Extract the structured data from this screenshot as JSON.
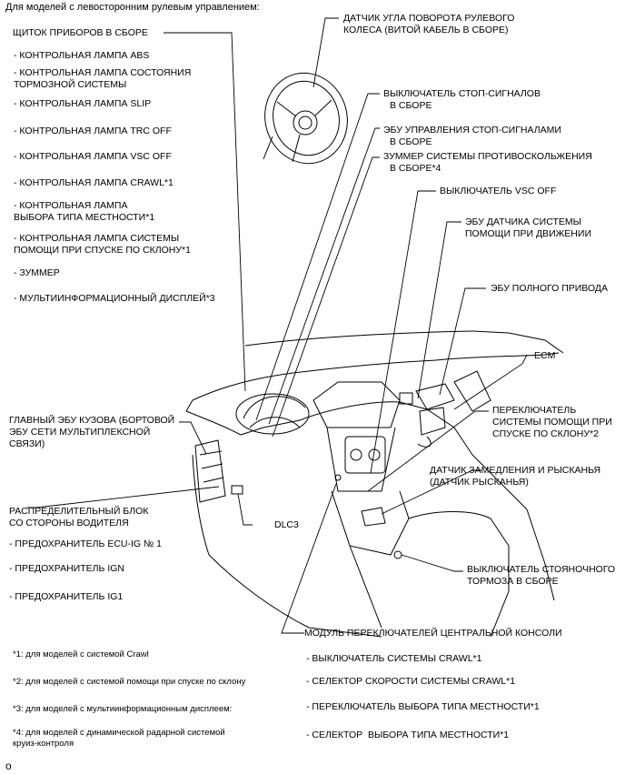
{
  "heading": "Для моделей с левосторонним рулевым управлением:",
  "left_labels": {
    "cluster": "ЩИТОК ПРИБОРОВ В СБОРЕ",
    "abs": "- КОНТРОЛЬНАЯ ЛАМПА ABS",
    "brake1": "- КОНТРОЛЬНАЯ ЛАМПА СОСТОЯНИЯ",
    "brake2": "ТОРМОЗНОЙ СИСТЕМЫ",
    "slip": "- КОНТРОЛЬНАЯ ЛАМПА SLIP",
    "trc": "- КОНТРОЛЬНАЯ ЛАМПА TRC OFF",
    "vsc": "- КОНТРОЛЬНАЯ ЛАМПА VSC OFF",
    "crawl": "- КОНТРОЛЬНАЯ ЛАМПА CRAWL*1",
    "terrain1": "- КОНТРОЛЬНАЯ ЛАМПА",
    "terrain2": "ВЫБОРА ТИПА МЕСТНОСТИ*1",
    "hill1": "- КОНТРОЛЬНАЯ ЛАМПА СИСТЕМЫ",
    "hill2": "ПОМОЩИ ПРИ СПУСКЕ ПО СКЛОНУ*1",
    "buzzer": "- ЗУММЕР",
    "mid": "- МУЛЬТИИНФОРМАЦИОННЫЙ ДИСПЛЕЙ*3",
    "body1": "ГЛАВНЫЙ ЭБУ КУЗОВА (БОРТОВОЙ",
    "body2": "ЭБУ СЕТИ МУЛЬТИПЛЕКСНОЙ",
    "body3": "СВЯЗИ)",
    "junction1": "РАСПРЕДЕЛИТЕЛЬНЫЙ БЛОК",
    "junction2": "СО СТОРОНЫ ВОДИТЕЛЯ",
    "fuse1": "- ПРЕДОХРАНИТЕЛЬ ECU-IG № 1",
    "fuse2": "- ПРЕДОХРАНИТЕЛЬ IGN",
    "fuse3": "- ПРЕДОХРАНИТЕЛЬ IG1",
    "dlc3": "DLC3"
  },
  "right_labels": {
    "steer1": "ДАТЧИК УГЛА ПОВОРОТА РУЛЕВОГО",
    "steer2": "КОЛЕСА (ВИТОЙ КАБЕЛЬ В СБОРЕ)",
    "stop1": "ВЫКЛЮЧАТЕЛЬ СТОП-СИГНАЛОВ",
    "stop2": "В СБОРЕ",
    "stopecu1": "ЭБУ УПРАВЛЕНИЯ СТОП-СИГНАЛАМИ",
    "stopecu2": "В СБОРЕ",
    "skid1": "ЗУММЕР СИСТЕМЫ ПРОТИВОСКОЛЬЖЕНИЯ",
    "skid2": "В СБОРЕ*4",
    "vscoff": "ВЫКЛЮЧАТЕЛЬ VSC OFF",
    "drive1": "ЭБУ ДАТЧИКА СИСТЕМЫ",
    "drive2": "ПОМОЩИ ПРИ ДВИЖЕНИИ",
    "awd": "ЭБУ ПОЛНОГО ПРИВОДА",
    "ecm": "ECM",
    "hillsw1": "ПЕРЕКЛЮЧАТЕЛЬ",
    "hillsw2": "СИСТЕМЫ ПОМОЩИ ПРИ",
    "hillsw3": "СПУСКЕ ПО СКЛОНУ*2",
    "yaw1": "ДАТЧИК ЗАМЕДЛЕНИЯ И РЫСКАНЬЯ",
    "yaw2": "(ДАТЧИК РЫСКАНЬЯ)",
    "park1": "ВЫКЛЮЧАТЕЛЬ СТОЯНОЧНОГО",
    "park2": "ТОРМОЗА В СБОРЕ",
    "console": "МОДУЛЬ ПЕРЕКЛЮЧАТЕЛЕЙ ЦЕНТРАЛЬНОЙ КОНСОЛИ",
    "c1": "- ВЫКЛЮЧАТЕЛЬ СИСТЕМЫ CRAWL*1",
    "c2": "- СЕЛЕКТОР СКОРОСТИ СИСТЕМЫ CRAWL*1",
    "c3": "- ПЕРЕКЛЮЧАТЕЛЬ ВЫБОРА ТИПА МЕСТНОСТИ*1",
    "c4": "- СЕЛЕКТОР  ВЫБОРА ТИПА МЕСТНОСТИ*1"
  },
  "footnotes": {
    "f1": "*1: для моделей с системой Crawl",
    "f2": "*2: для моделей с системой помощи при спуске по склону",
    "f3": "*3: для моделей с мультиинформационным дисплеем:",
    "f4a": "*4: для моделей с динамической радарной системой",
    "f4b": "круиз-контроля"
  },
  "page_marker": "o"
}
